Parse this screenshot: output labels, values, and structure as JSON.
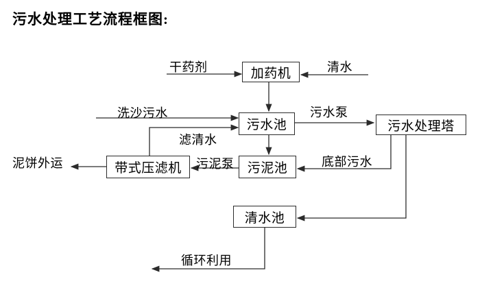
{
  "title": "污水处理工艺流程框图:",
  "diagram_type": "process-flowchart",
  "colors": {
    "background": "#ffffff",
    "line": "#2b2b2b",
    "box_border": "#2b2b2b",
    "text": "#000000"
  },
  "nodes": {
    "dosing_machine": "加药机",
    "sewage_pool": "污水池",
    "treatment_tower": "污水处理塔",
    "sludge_pool": "污泥池",
    "belt_filter_press": "带式压滤机",
    "clean_water_pool": "清水池"
  },
  "labels": {
    "dry_chemical": "干药剂",
    "clean_water_in": "清水",
    "sand_wash_sewage": "洗沙污水",
    "filtered_water": "滤清水",
    "sewage_pump": "污水泵",
    "bottom_sewage": "底部污水",
    "sludge_pump": "污泥泵",
    "mud_cake_out": "泥饼外运",
    "recycle_use": "循环利用"
  },
  "edges": [
    {
      "from": "dry_chemical_input",
      "to": "dosing_machine",
      "label": "干药剂"
    },
    {
      "from": "clean_water_input",
      "to": "dosing_machine",
      "label": "清水"
    },
    {
      "from": "dosing_machine",
      "to": "sewage_pool",
      "label": ""
    },
    {
      "from": "sand_wash_input",
      "to": "sewage_pool",
      "label": "洗沙污水"
    },
    {
      "from": "belt_filter_press",
      "to": "sewage_pool",
      "label": "滤清水"
    },
    {
      "from": "sewage_pool",
      "to": "treatment_tower",
      "label": "污水泵"
    },
    {
      "from": "sewage_pool",
      "to": "sludge_pool",
      "label": ""
    },
    {
      "from": "treatment_tower",
      "to": "sludge_pool",
      "label": "底部污水"
    },
    {
      "from": "sludge_pool",
      "to": "belt_filter_press",
      "label": "污泥泵"
    },
    {
      "from": "belt_filter_press",
      "to": "outside",
      "label": "泥饼外运"
    },
    {
      "from": "treatment_tower",
      "to": "clean_water_pool",
      "label": ""
    },
    {
      "from": "clean_water_pool",
      "to": "reuse",
      "label": "循环利用"
    }
  ]
}
